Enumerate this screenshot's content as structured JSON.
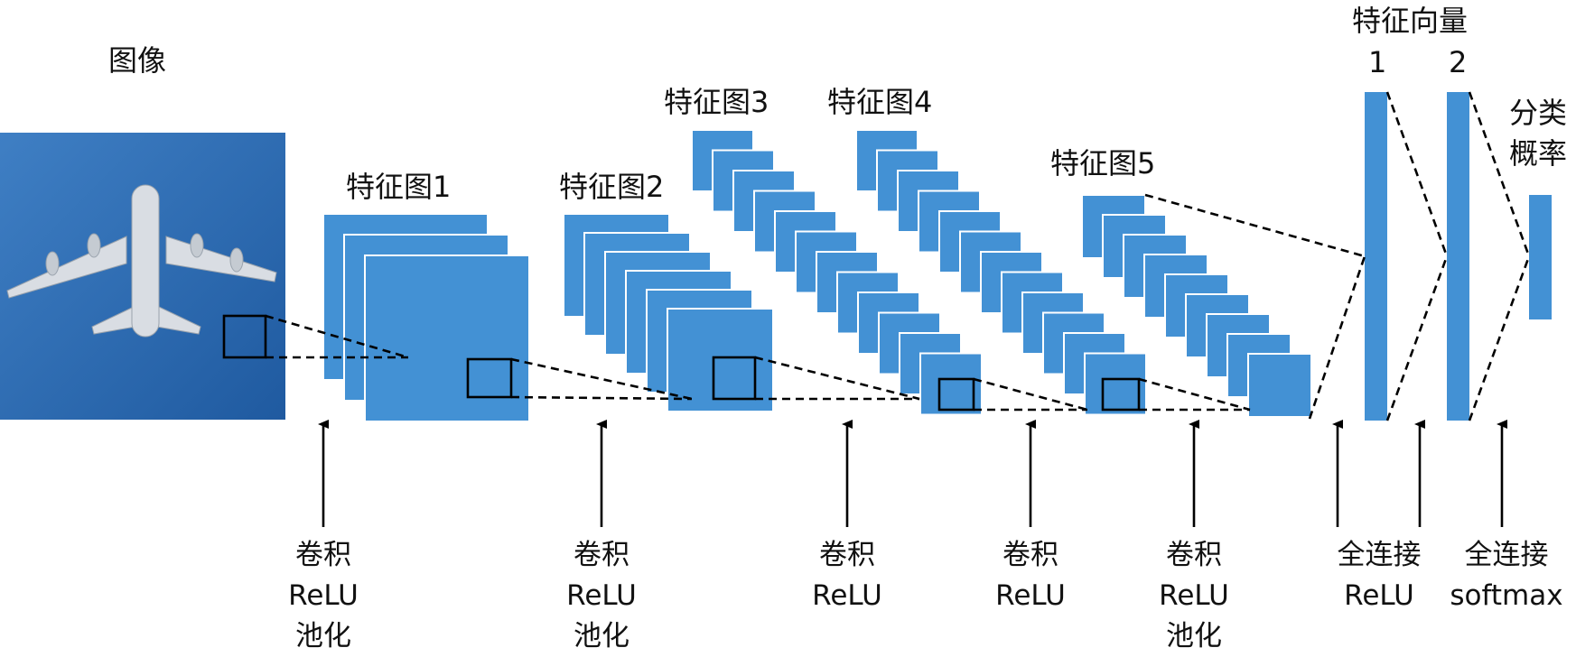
{
  "labels": {
    "image": "图像",
    "fmap1": "特征图1",
    "fmap2": "特征图2",
    "fmap3": "特征图3",
    "fmap4": "特征图4",
    "fmap5": "特征图5",
    "feature_vector": "特征向量",
    "vec1": "1",
    "vec2": "2",
    "prob_line1": "分类",
    "prob_line2": "概率"
  },
  "operations": [
    {
      "lines": [
        "卷积",
        "ReLU",
        "池化"
      ]
    },
    {
      "lines": [
        "卷积",
        "ReLU",
        "池化"
      ]
    },
    {
      "lines": [
        "卷积",
        "ReLU"
      ]
    },
    {
      "lines": [
        "卷积",
        "ReLU"
      ]
    },
    {
      "lines": [
        "卷积",
        "ReLU",
        "池化"
      ]
    },
    {
      "lines": [
        "全连接",
        "ReLU"
      ]
    },
    {
      "lines": [
        "全连接",
        "softmax"
      ]
    }
  ],
  "colors": {
    "feature_map": "#4391d4",
    "sky_light": "#3f7fc4",
    "sky_dark": "#1f5aa0",
    "line": "#000000"
  }
}
